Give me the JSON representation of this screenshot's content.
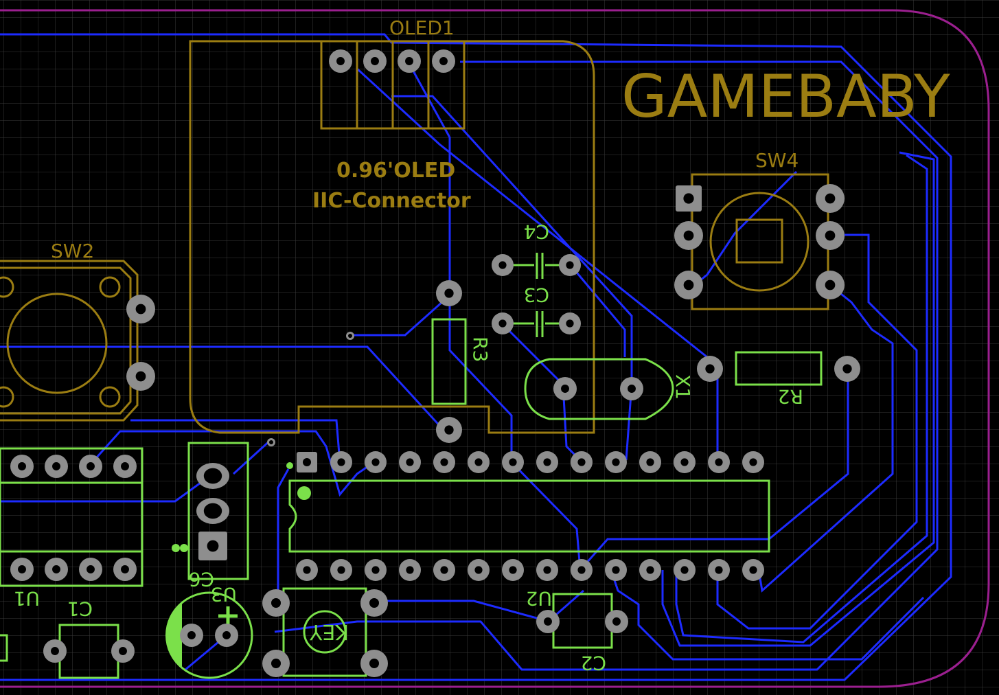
{
  "board": {
    "title": "GAMEBABY",
    "oled_desc_1": "0.96'OLED",
    "oled_desc_2": "IIC-Connector"
  },
  "designators": {
    "oled1": "OLED1",
    "sw2": "SW2",
    "sw4": "SW4",
    "c4": "C4",
    "c3": "C3",
    "r3": "R3",
    "r2": "R2",
    "x1": "X1",
    "u1": "U1",
    "c1": "C1",
    "c6": "C6",
    "u3": "U3",
    "key": "KEY",
    "u2": "U2",
    "c2": "C2"
  },
  "colors": {
    "background": "#000000",
    "grid": "#3a3a3a",
    "board_outline": "#9b1f8f",
    "trace": "#1d2bff",
    "silk_top": "#9b7d12",
    "silk_bottom": "#7be04a",
    "pad": "#8e8e8e",
    "pad_hole": "#000000"
  }
}
